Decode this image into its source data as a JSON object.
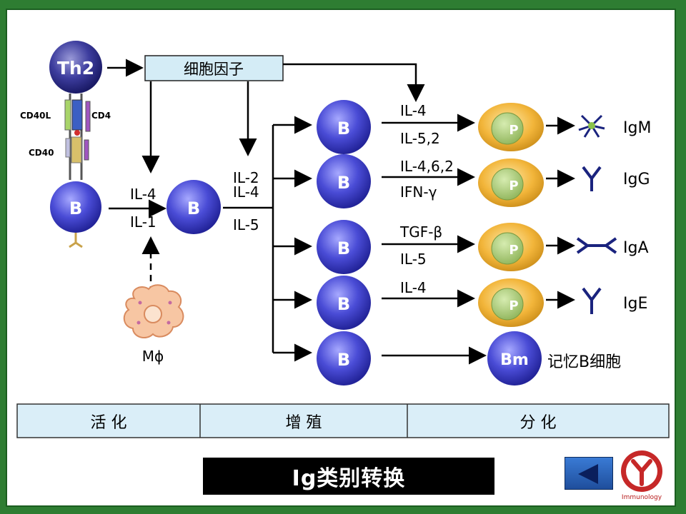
{
  "cells": {
    "th2": "Th2",
    "b": "B",
    "p": "P",
    "bm": "Bm",
    "macrophage": "Mϕ"
  },
  "cytokine_box": "细胞因子",
  "receptors": {
    "cd40l": "CD40L",
    "cd4": "CD4",
    "cd40": "CD40"
  },
  "stimuli": {
    "activation_top": "IL-4",
    "activation_bottom": "IL-1",
    "prolif_1": "IL-2",
    "prolif_2": "IL-4",
    "prolif_3": "IL-5"
  },
  "branches": [
    {
      "top": "IL-4",
      "bottom": "IL-5,2",
      "product": "IgM"
    },
    {
      "top": "IL-4,6,2",
      "bottom": "IFN-γ",
      "product": "IgG"
    },
    {
      "top": "TGF-β",
      "bottom": "IL-5",
      "product": "IgA"
    },
    {
      "top": "IL-4",
      "bottom": "",
      "product": "IgE"
    },
    {
      "top": "",
      "bottom": "",
      "product": "记忆B细胞"
    }
  ],
  "stages": [
    "活 化",
    "增 殖",
    "分 化"
  ],
  "footer": {
    "title": "Ig类别转换",
    "logo_text": "Immunology"
  },
  "colors": {
    "cell_blue": "#3d3fc4",
    "plasma_orange": "#f0b030",
    "stage_bar": "#daeef8",
    "accent_red": "#c62828"
  }
}
